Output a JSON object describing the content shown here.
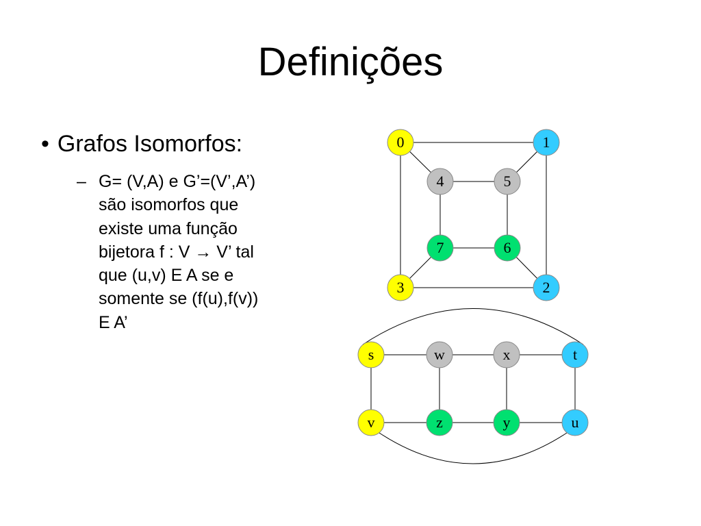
{
  "title": "Definições",
  "bullet": {
    "marker": "•",
    "text": "Grafos Isomorfos:"
  },
  "sub_bullet": {
    "marker": "–",
    "lines": [
      "G= (V,A) e G’=(V’,A’)",
      "são isomorfos que",
      "existe uma função",
      "bijetora f : V → V’ tal",
      "que (u,v) E A se e",
      "somente se (f(u),f(v))",
      "E A’"
    ]
  },
  "colors": {
    "yellow": "#ffff00",
    "cyan": "#33ccff",
    "gray": "#c0c0c0",
    "green": "#00e070"
  },
  "graph_g": {
    "nodes": [
      {
        "id": "0",
        "label": "0",
        "color": "yellow"
      },
      {
        "id": "1",
        "label": "1",
        "color": "cyan"
      },
      {
        "id": "4",
        "label": "4",
        "color": "gray"
      },
      {
        "id": "5",
        "label": "5",
        "color": "gray"
      },
      {
        "id": "7",
        "label": "7",
        "color": "green"
      },
      {
        "id": "6",
        "label": "6",
        "color": "green"
      },
      {
        "id": "3",
        "label": "3",
        "color": "yellow"
      },
      {
        "id": "2",
        "label": "2",
        "color": "cyan"
      }
    ],
    "edges": [
      [
        "0",
        "1"
      ],
      [
        "0",
        "3"
      ],
      [
        "1",
        "2"
      ],
      [
        "3",
        "2"
      ],
      [
        "0",
        "4"
      ],
      [
        "1",
        "5"
      ],
      [
        "3",
        "7"
      ],
      [
        "2",
        "6"
      ],
      [
        "4",
        "5"
      ],
      [
        "4",
        "7"
      ],
      [
        "5",
        "6"
      ],
      [
        "7",
        "6"
      ]
    ]
  },
  "graph_h": {
    "nodes": [
      {
        "id": "s",
        "label": "s",
        "color": "yellow"
      },
      {
        "id": "w",
        "label": "w",
        "color": "gray"
      },
      {
        "id": "x",
        "label": "x",
        "color": "gray"
      },
      {
        "id": "t",
        "label": "t",
        "color": "cyan"
      },
      {
        "id": "v",
        "label": "v",
        "color": "yellow"
      },
      {
        "id": "z",
        "label": "z",
        "color": "green"
      },
      {
        "id": "y",
        "label": "y",
        "color": "green"
      },
      {
        "id": "u",
        "label": "u",
        "color": "cyan"
      }
    ],
    "edges": [
      [
        "s",
        "w"
      ],
      [
        "w",
        "x"
      ],
      [
        "x",
        "t"
      ],
      [
        "v",
        "z"
      ],
      [
        "z",
        "y"
      ],
      [
        "y",
        "u"
      ],
      [
        "s",
        "v"
      ],
      [
        "w",
        "z"
      ],
      [
        "x",
        "y"
      ],
      [
        "t",
        "u"
      ],
      [
        "s",
        "t",
        "arc-top"
      ],
      [
        "v",
        "u",
        "arc-bottom"
      ]
    ]
  }
}
